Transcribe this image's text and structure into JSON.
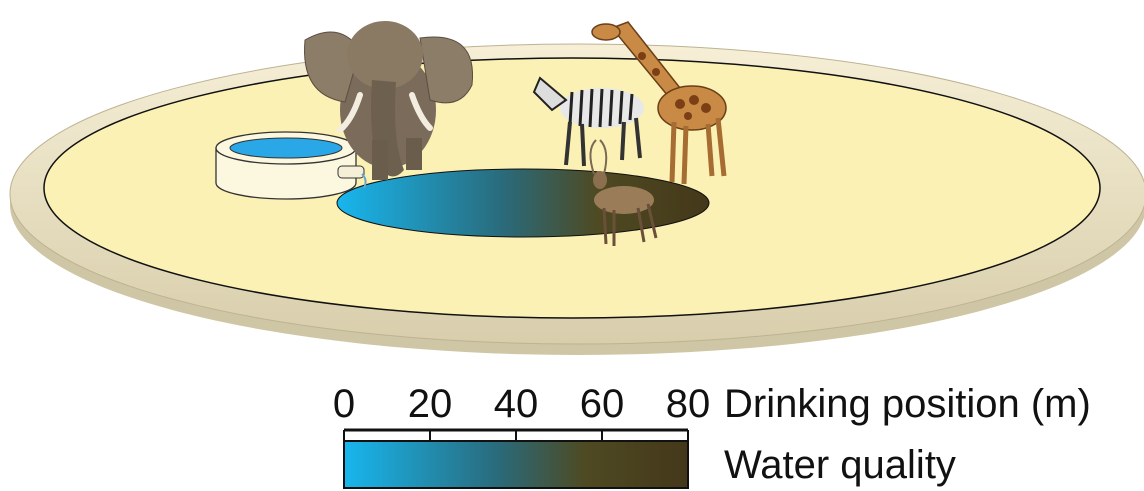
{
  "scale": {
    "ticks": [
      "0",
      "20",
      "40",
      "60",
      "80"
    ],
    "position_label": "Drinking position (m)",
    "quality_label": "Water quality"
  },
  "colors": {
    "clean_water": "#1ab2ea",
    "murky_water": "#4a3f1e",
    "ground": "#fbf1b4",
    "rim": "#efe6c6",
    "trough_water": "#2aa7e6"
  },
  "animals": [
    "elephant-icon",
    "zebra-icon",
    "giraffe-icon",
    "kudu-icon"
  ]
}
